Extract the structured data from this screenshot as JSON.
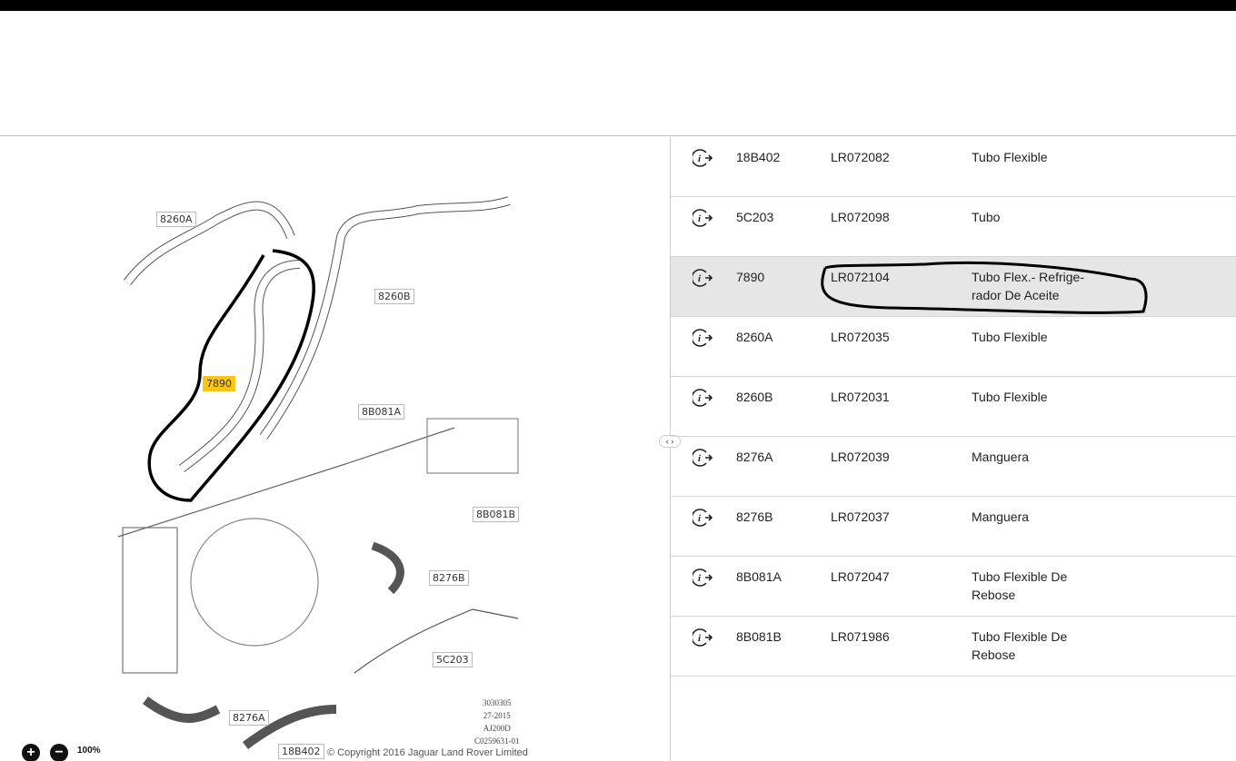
{
  "diagram": {
    "callouts": [
      "8260A",
      "8260B",
      "7890",
      "8B081A",
      "8B081B",
      "8276B",
      "5C203",
      "8276A",
      "18B402"
    ],
    "highlighted": "7890",
    "meta": [
      "3030305",
      "27-2015",
      "AJ200D",
      "C0259631-01"
    ],
    "copyright": "© Copyright 2016 Jaguar Land Rover Limited",
    "zoom_in": "+",
    "zoom_out": "−",
    "zoom_reset": "100%"
  },
  "splitter": "‹ ›",
  "parts": [
    {
      "ref": "18B402",
      "part": "LR072082",
      "desc": "Tubo Flexible"
    },
    {
      "ref": "5C203",
      "part": "LR072098",
      "desc": "Tubo"
    },
    {
      "ref": "7890",
      "part": "LR072104",
      "desc": "Tubo Flex.- Refrige-rador De Aceite",
      "selected": true
    },
    {
      "ref": "8260A",
      "part": "LR072035",
      "desc": "Tubo Flexible"
    },
    {
      "ref": "8260B",
      "part": "LR072031",
      "desc": "Tubo Flexible"
    },
    {
      "ref": "8276A",
      "part": "LR072039",
      "desc": "Manguera"
    },
    {
      "ref": "8276B",
      "part": "LR072037",
      "desc": "Manguera"
    },
    {
      "ref": "8B081A",
      "part": "LR072047",
      "desc": "Tubo Flexible De Rebose"
    },
    {
      "ref": "8B081B",
      "part": "LR071986",
      "desc": "Tubo Flexible De Rebose"
    }
  ],
  "colors": {
    "accent": "#f5c518",
    "selected_row": "#e6e6e6"
  }
}
